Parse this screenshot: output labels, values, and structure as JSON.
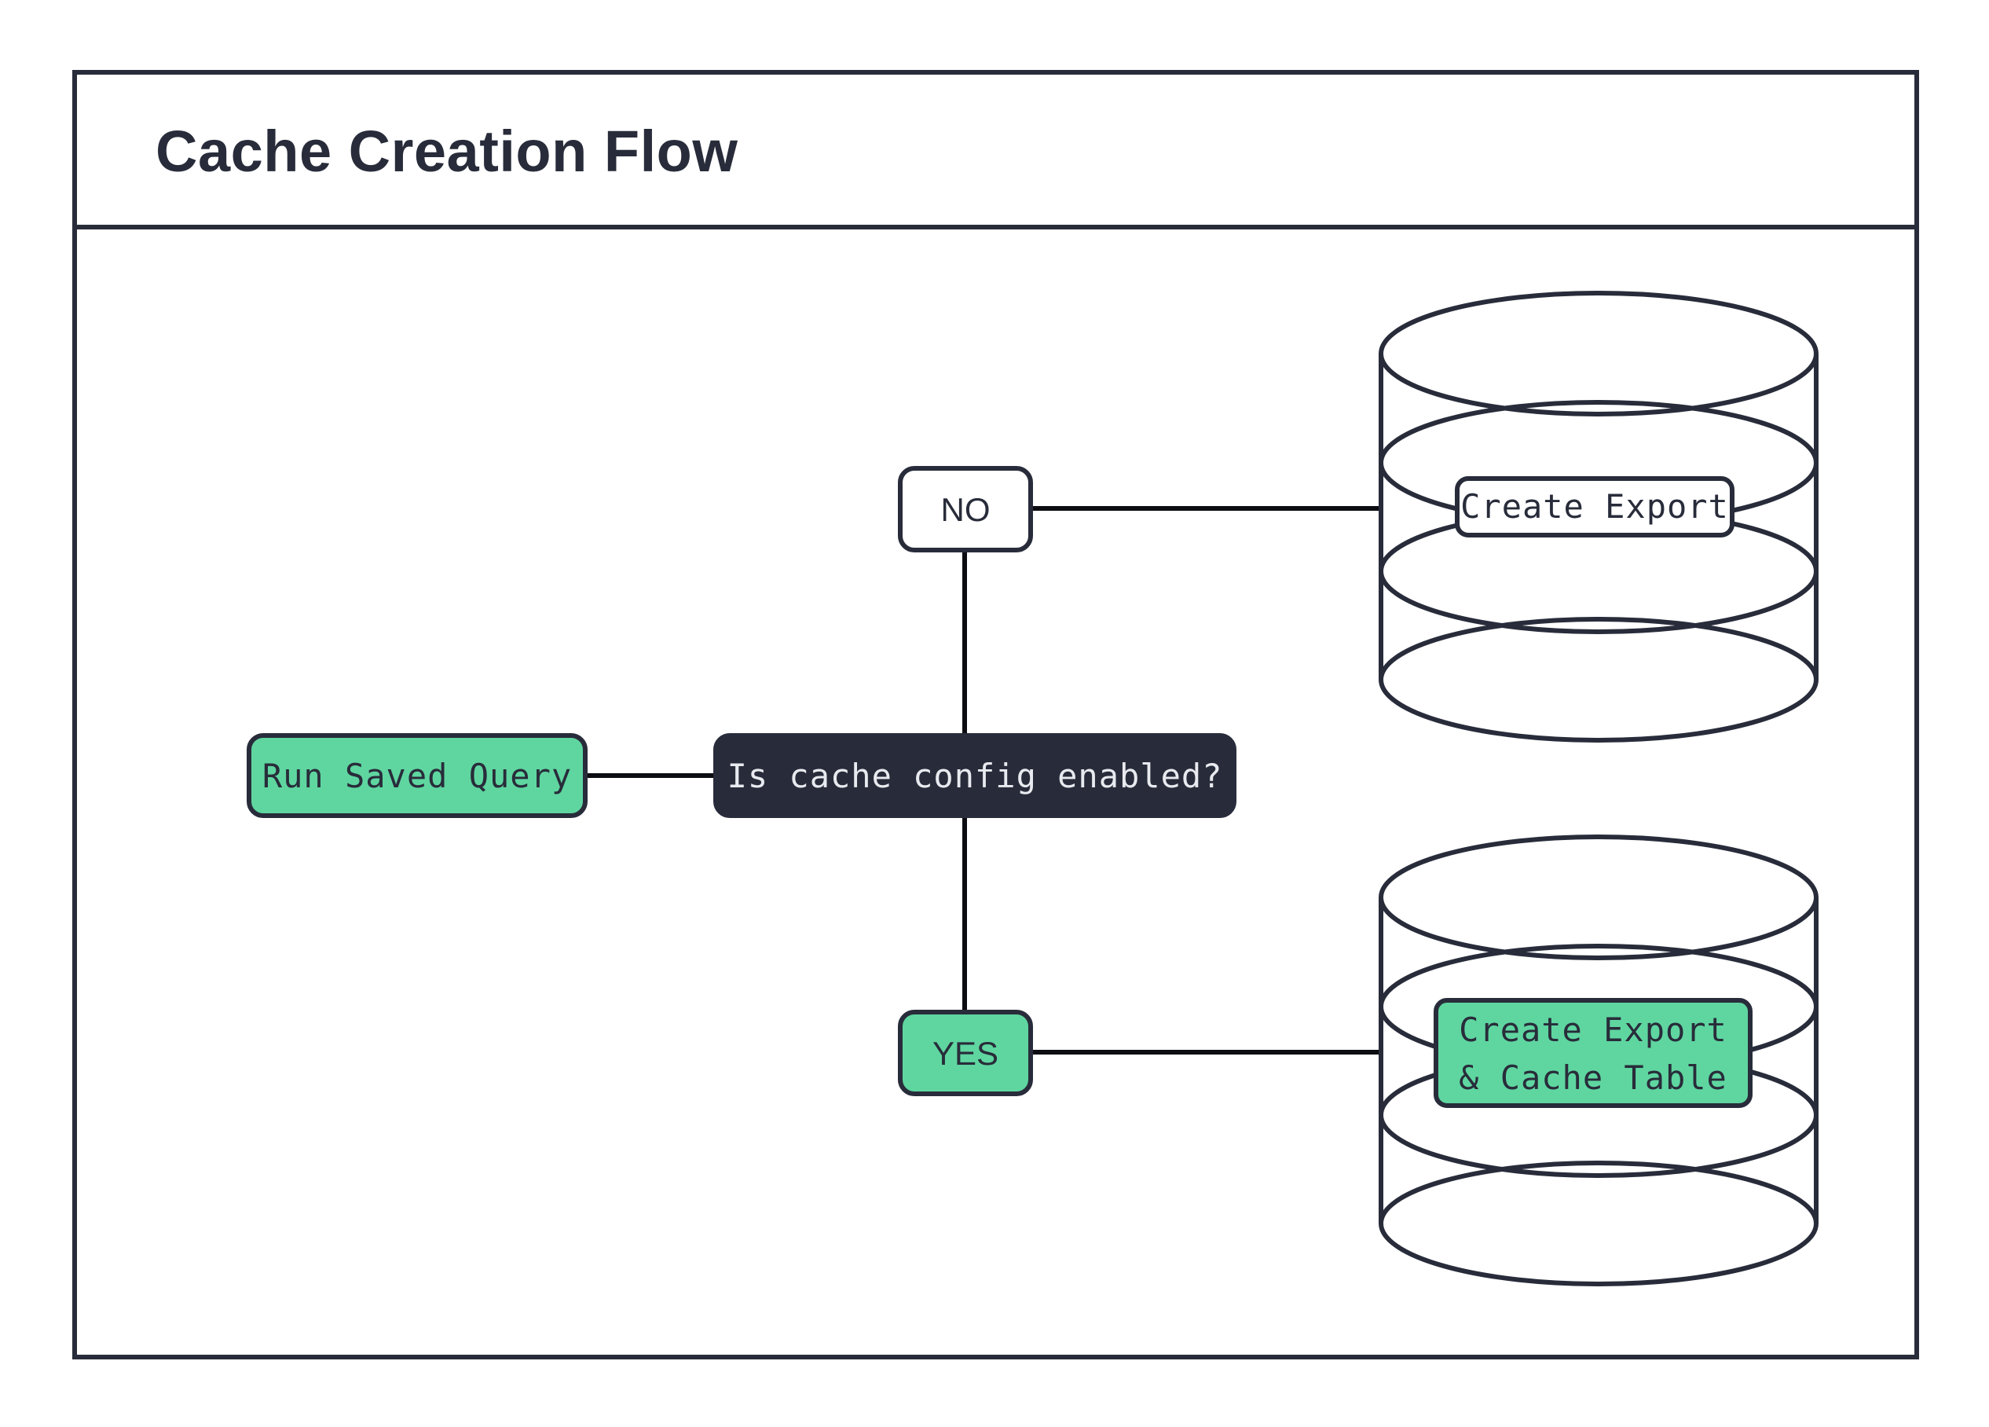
{
  "diagram": {
    "title": "Cache Creation Flow",
    "type": "flowchart",
    "background_color": "#ffffff",
    "border_color": "#282C3A",
    "accent_green": "#5FD6A0",
    "accent_dark": "#282C3A",
    "nodes": [
      {
        "id": "run-saved-query",
        "label": "Run Saved Query",
        "shape": "rounded-rect",
        "fill": "#5FD6A0",
        "text_color": "#282C3A",
        "font": "mono"
      },
      {
        "id": "is-cache-config-enabled",
        "label": "Is cache config enabled?",
        "shape": "rounded-rect",
        "fill": "#282C3A",
        "text_color": "#e8eaef",
        "font": "mono"
      },
      {
        "id": "branch-no",
        "label": "NO",
        "shape": "rounded-rect",
        "fill": "#ffffff",
        "text_color": "#282C3A",
        "font": "sans"
      },
      {
        "id": "branch-yes",
        "label": "YES",
        "shape": "rounded-rect",
        "fill": "#5FD6A0",
        "text_color": "#282C3A",
        "font": "sans"
      },
      {
        "id": "create-export",
        "label": "Create Export",
        "shape": "database-cylinder",
        "fill": "#ffffff",
        "text_color": "#282C3A",
        "font": "mono"
      },
      {
        "id": "create-export-and-cache-table",
        "label_line1": "Create Export",
        "label_line2": "& Cache Table",
        "shape": "database-cylinder",
        "fill": "#5FD6A0",
        "text_color": "#282C3A",
        "font": "mono"
      }
    ],
    "edges": [
      {
        "from": "run-saved-query",
        "to": "is-cache-config-enabled",
        "label": ""
      },
      {
        "from": "is-cache-config-enabled",
        "to": "branch-no",
        "label": ""
      },
      {
        "from": "is-cache-config-enabled",
        "to": "branch-yes",
        "label": ""
      },
      {
        "from": "branch-no",
        "to": "create-export",
        "label": ""
      },
      {
        "from": "branch-yes",
        "to": "create-export-and-cache-table",
        "label": ""
      }
    ]
  }
}
